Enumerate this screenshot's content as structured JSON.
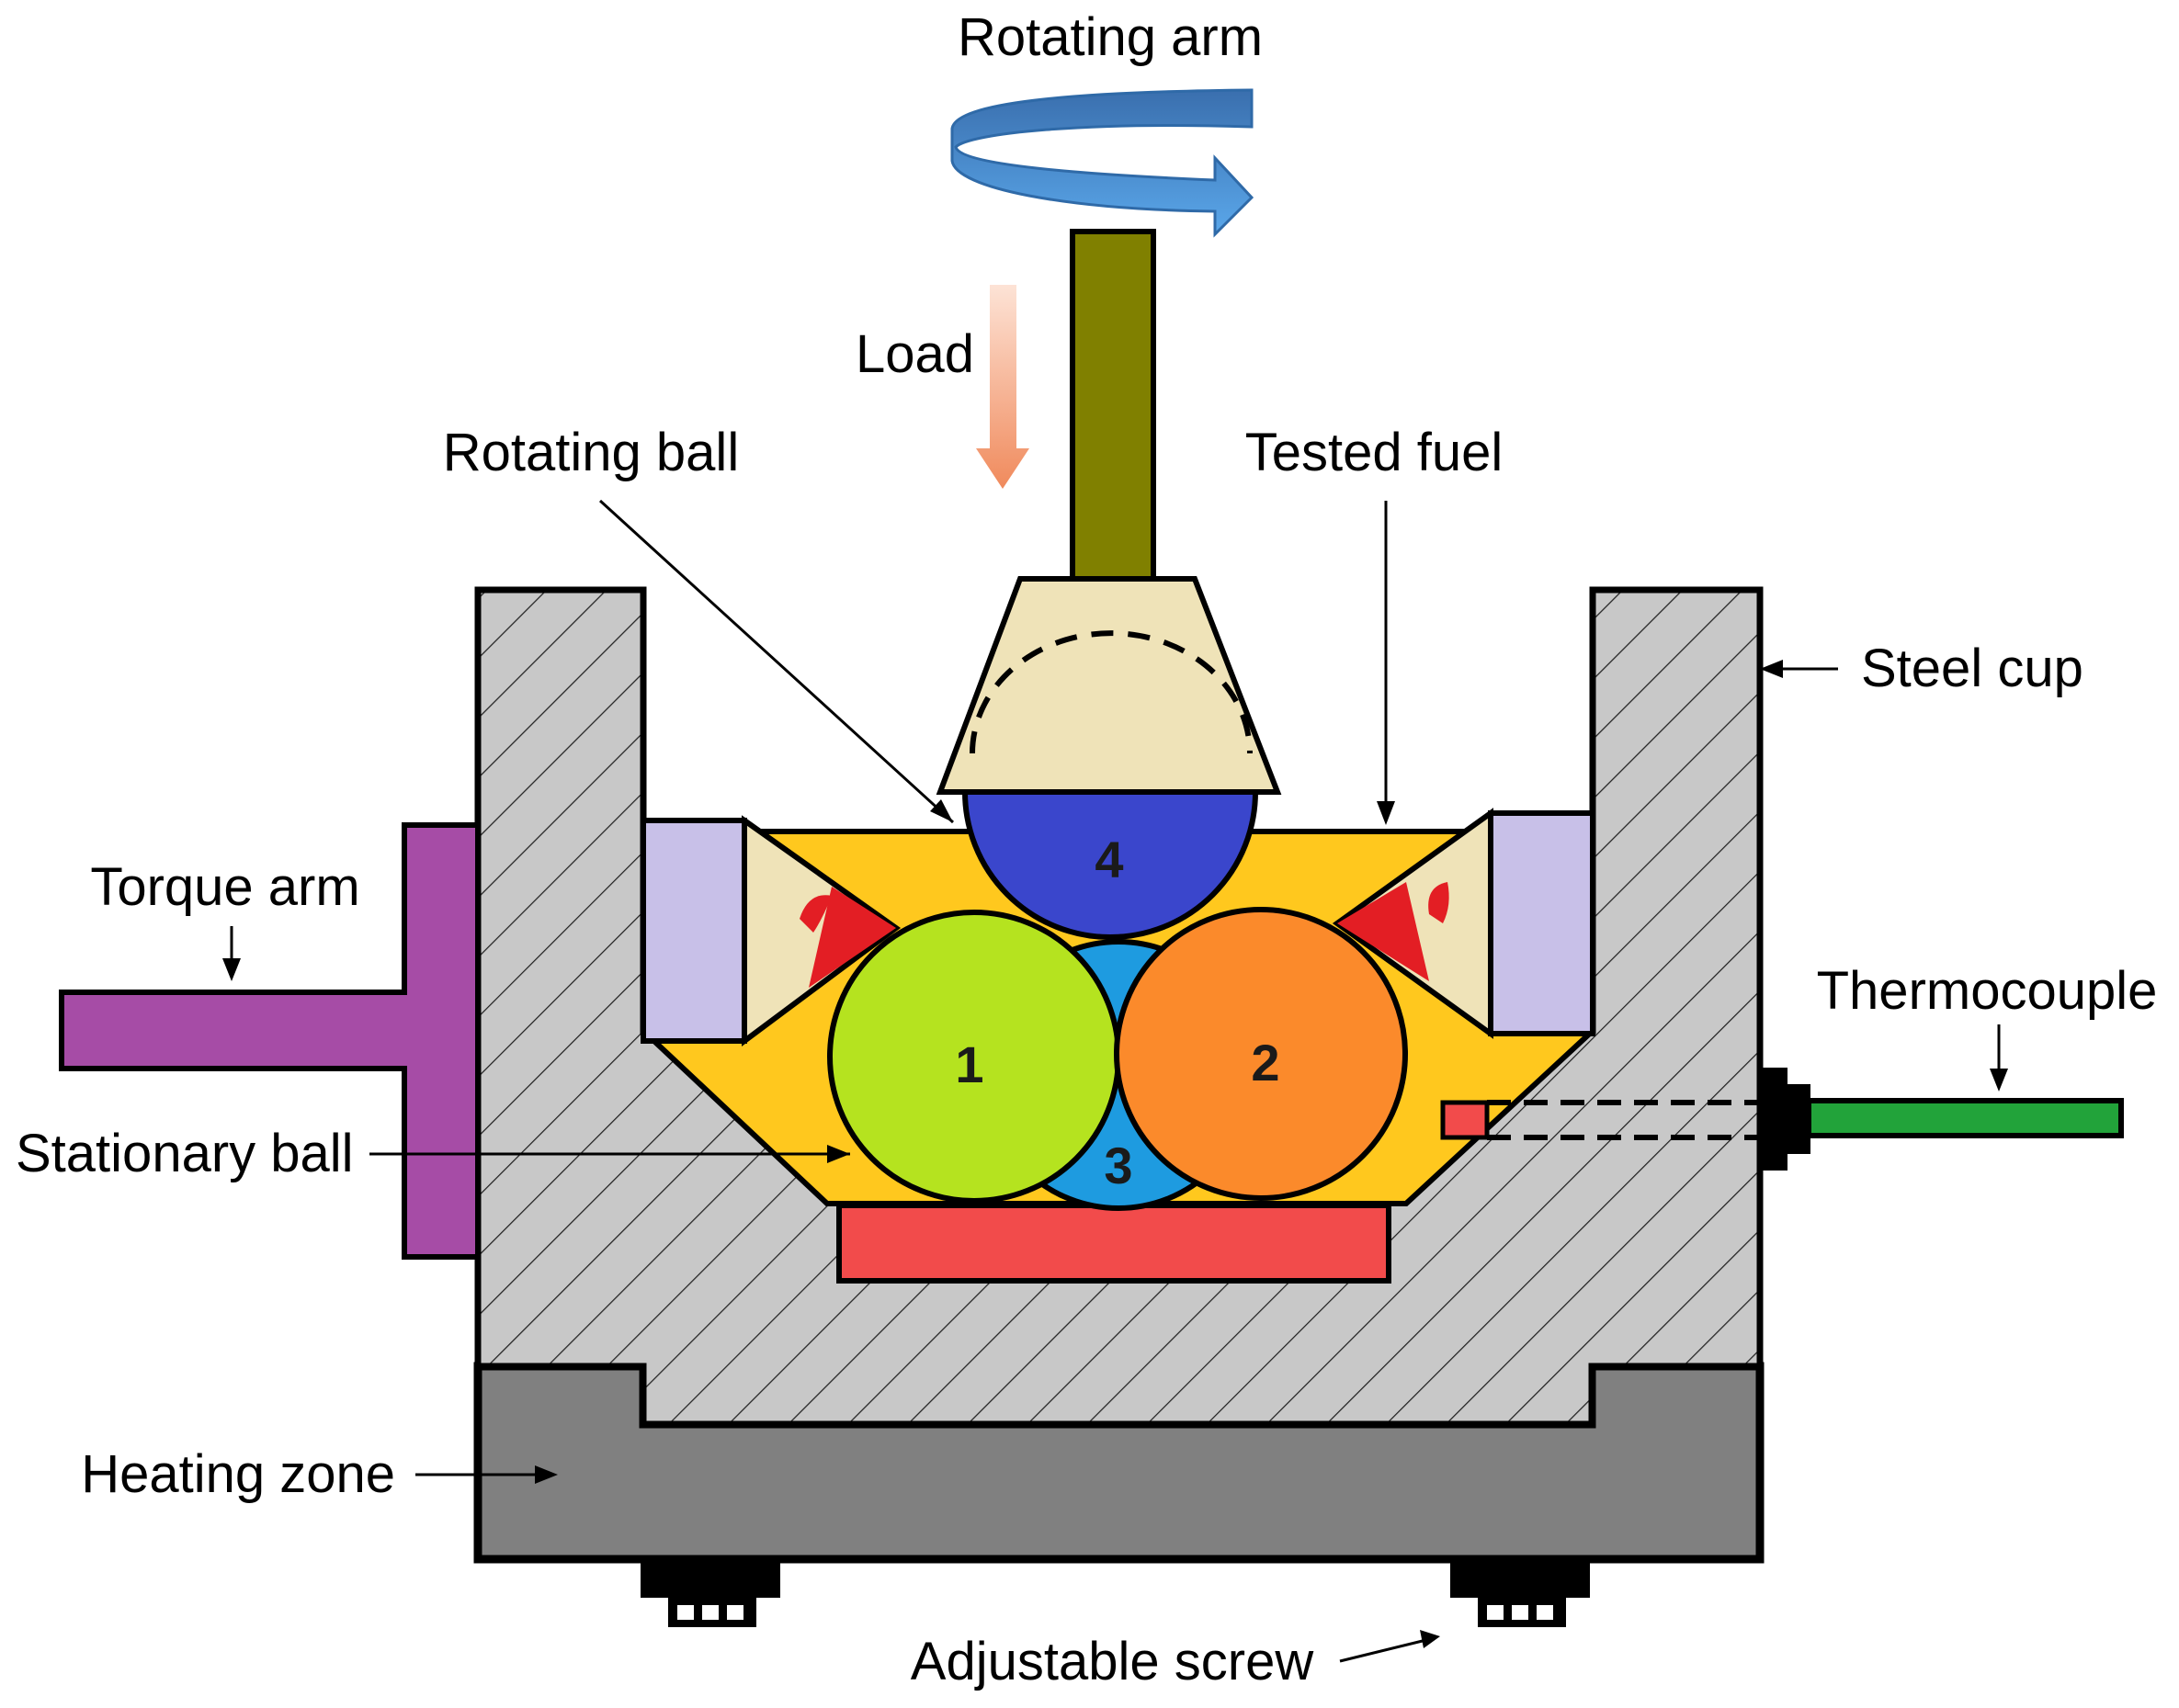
{
  "labels": {
    "rotating_arm": "Rotating arm",
    "load": "Load",
    "rotating_ball": "Rotating ball",
    "tested_fuel": "Tested fuel",
    "steel_cup": "Steel cup",
    "torque_arm": "Torque arm",
    "thermocouple": "Thermocouple",
    "stationary_ball": "Stationary ball",
    "heating_zone": "Heating zone",
    "adjustable_screw": "Adjustable screw"
  },
  "balls": {
    "ball_1": "1",
    "ball_2": "2",
    "ball_3": "3",
    "ball_4": "4"
  },
  "colors": {
    "steel_cup": "#c8c8c8",
    "heating_zone": "#808080",
    "torque_arm": "#a64ca6",
    "thermocouple": "#22a33a",
    "tested_fuel": "#ffc81e",
    "heater_plate": "#f24b4b",
    "ball_1": "#b5e31f",
    "ball_2": "#fb8a2b",
    "ball_3": "#1e9be0",
    "ball_4": "#3a46cc",
    "shaft": "#808000",
    "chuck": "#efe3b8",
    "clamp_block": "#c8c0e8",
    "rotation_arrow": "#4a90d9",
    "load_arrow": "#f4a07a"
  }
}
